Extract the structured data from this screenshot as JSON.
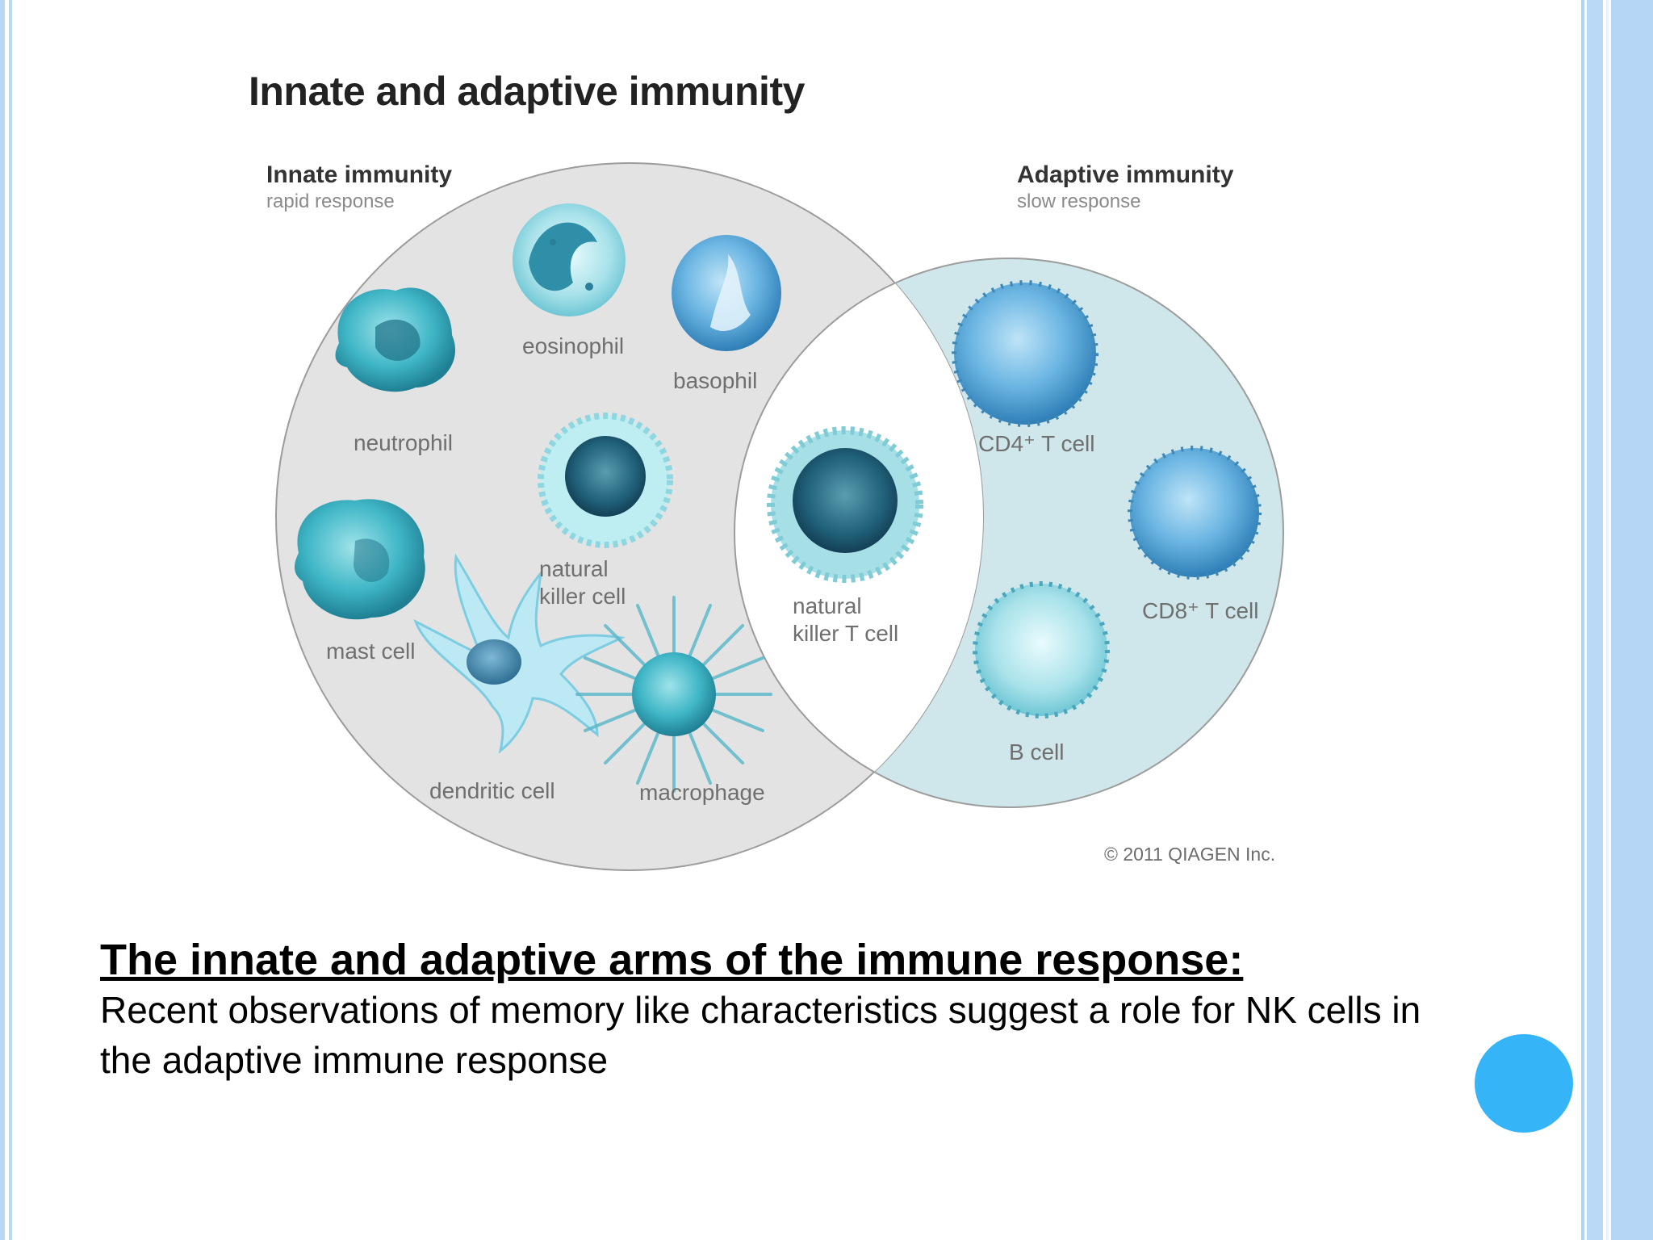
{
  "diagram": {
    "title": "Innate and adaptive immunity",
    "innate": {
      "title": "Innate immunity",
      "subtitle": "rapid response"
    },
    "adaptive": {
      "title": "Adaptive immunity",
      "subtitle": "slow response"
    },
    "cells": {
      "neutrophil": "neutrophil",
      "eosinophil": "eosinophil",
      "basophil": "basophil",
      "natural_killer_cell_line1": "natural",
      "natural_killer_cell_line2": "killer cell",
      "mast_cell": "mast cell",
      "dendritic_cell": "dendritic cell",
      "macrophage": "macrophage",
      "nkt_line1": "natural",
      "nkt_line2": "killer T cell",
      "cd4_t_cell": "CD4⁺ T cell",
      "cd8_t_cell": "CD8⁺ T cell",
      "b_cell": "B cell"
    },
    "copyright": "© 2011 QIAGEN Inc.",
    "colors": {
      "innate_fill": "#e4e3e4",
      "adaptive_fill": "#cfe7ea",
      "overlap_fill": "#ffffff",
      "outline": "#9c9c9c"
    }
  },
  "caption": {
    "title": "The innate and adaptive arms of the immune response:",
    "body": "Recent observations of memory like characteristics suggest a role for NK cells in the adaptive immune response"
  },
  "theme": {
    "accent_dot": "#35b4f7",
    "frame_stripe": "#b9d8f3"
  }
}
